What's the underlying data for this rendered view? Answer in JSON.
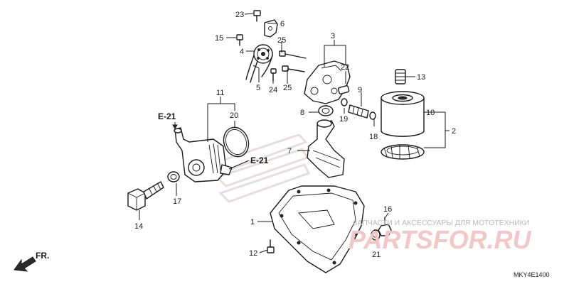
{
  "diagram_code": "MKY4E1400",
  "front_label": "FR.",
  "references": [
    {
      "id": "ref-e21-top",
      "label": "E-21"
    },
    {
      "id": "ref-e21-mid",
      "label": "E-21"
    }
  ],
  "callouts": [
    "1",
    "2",
    "3",
    "4",
    "5",
    "6",
    "7",
    "8",
    "9",
    "10",
    "11",
    "12",
    "13",
    "14",
    "15",
    "16",
    "17",
    "18",
    "19",
    "20",
    "21",
    "22",
    "23",
    "24",
    "25",
    "25"
  ],
  "watermark": {
    "tagline": "ЗАПЧАСТИ И АКСЕССУАРЫ ДЛЯ МОТОТЕХНИКИ",
    "brand": "PARTSFOR.RU"
  },
  "colors": {
    "line": "#1a1a1a",
    "watermark_brand": "#f2c7c7",
    "watermark_text": "#b9b9b9"
  }
}
